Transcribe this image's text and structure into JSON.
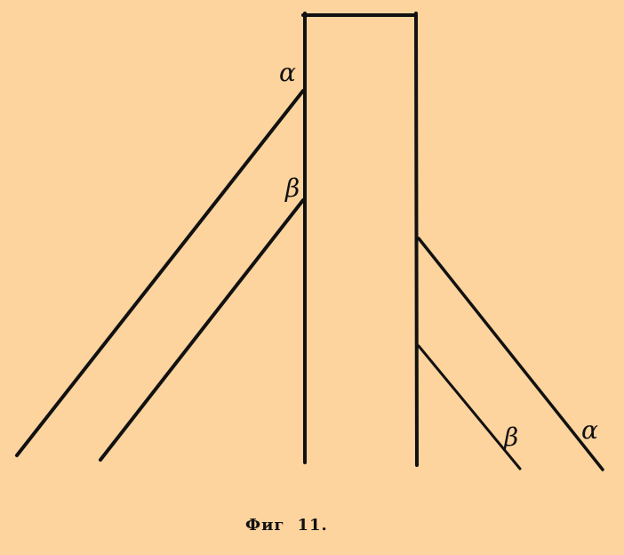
{
  "figure": {
    "labels": {
      "left_a": "α",
      "left_b": "β",
      "right_b": "β",
      "right_a": "α"
    },
    "caption": {
      "prefix": "Фиг",
      "number": "11."
    }
  },
  "colors": {
    "background": "#fdd39e",
    "ink": "#111111"
  }
}
